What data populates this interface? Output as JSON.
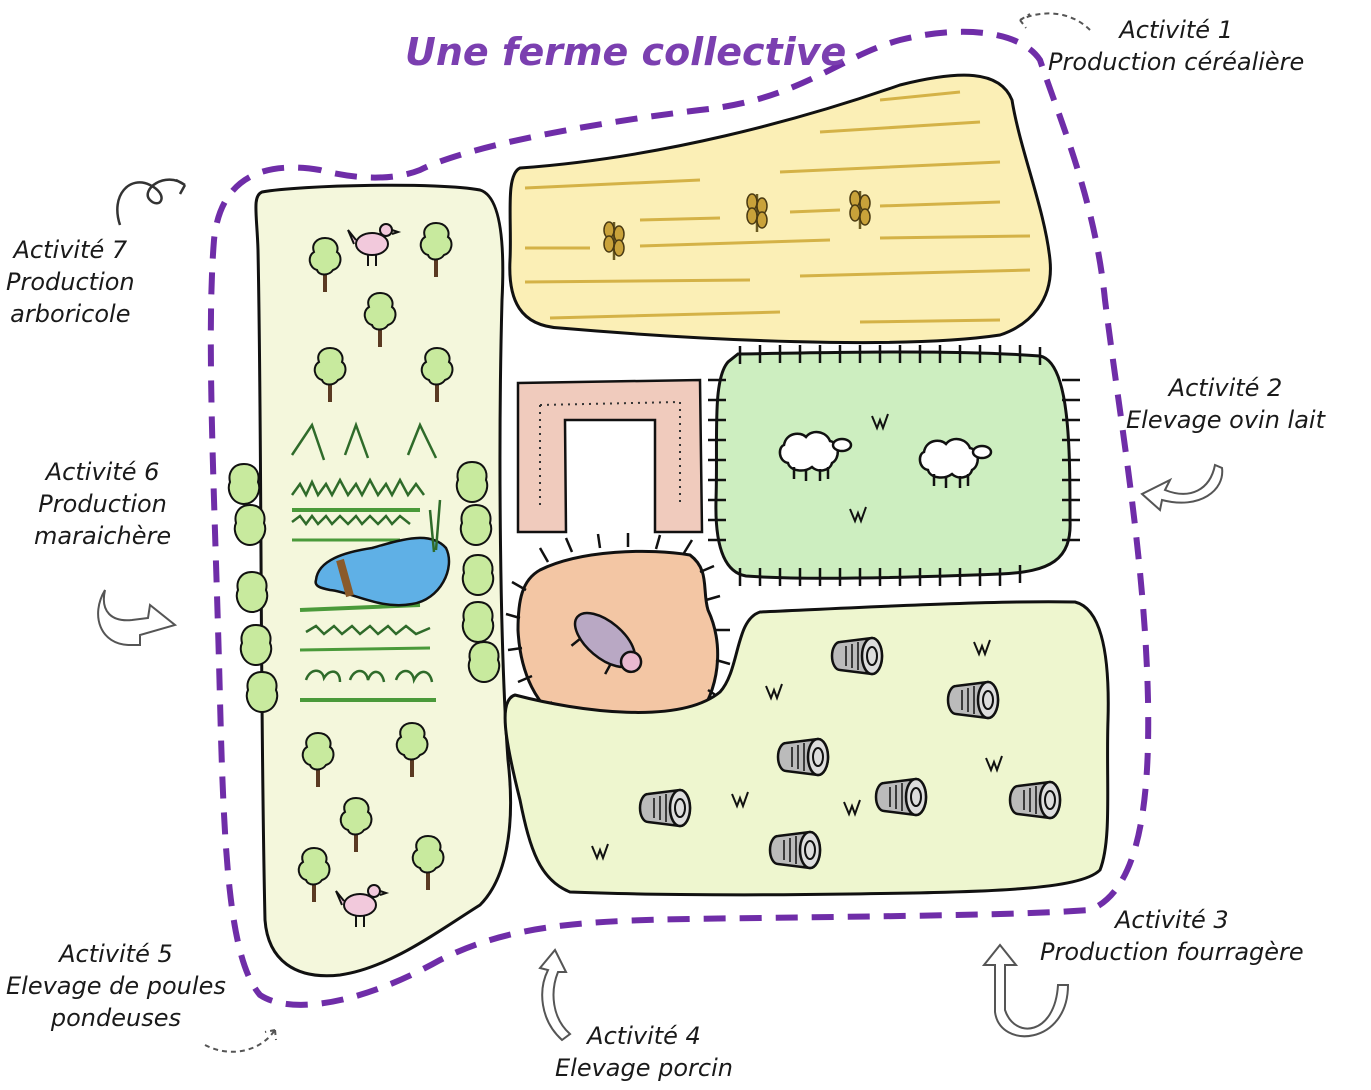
{
  "title": "Une ferme collective",
  "colors": {
    "boundary": "#6f2da8",
    "cereal_field": "#fbefb6",
    "pasture_green": "#cdeec0",
    "meadow": "#eef6cf",
    "orchard_strip": "#f4f7dc",
    "pig_area": "#f3c6a4",
    "building": "#f0cbbd",
    "pond": "#5fb0e6",
    "tree": "#c8ea9e",
    "ink": "#111111"
  },
  "activities": [
    {
      "id": 1,
      "label": "Activité 1",
      "name": "Production céréalière",
      "arrow": "dashed-arrow-icon"
    },
    {
      "id": 2,
      "label": "Activité 2",
      "name": "Elevage ovin lait",
      "arrow": "curved-arrow-icon"
    },
    {
      "id": 3,
      "label": "Activité 3",
      "name": "Production fourragère",
      "arrow": "u-turn-arrow-icon"
    },
    {
      "id": 4,
      "label": "Activité 4",
      "name": "Elevage porcin",
      "arrow": "curved-arrow-icon"
    },
    {
      "id": 5,
      "label": "Activité 5",
      "name": "Elevage de poules",
      "name2": "pondeuses",
      "arrow": "dashed-arrow-icon"
    },
    {
      "id": 6,
      "label": "Activité 6",
      "name": "Production",
      "name2": "maraichère",
      "arrow": "u-turn-arrow-icon"
    },
    {
      "id": 7,
      "label": "Activité 7",
      "name": "Production",
      "name2": "arboricole",
      "arrow": "loop-arrow-icon"
    }
  ]
}
